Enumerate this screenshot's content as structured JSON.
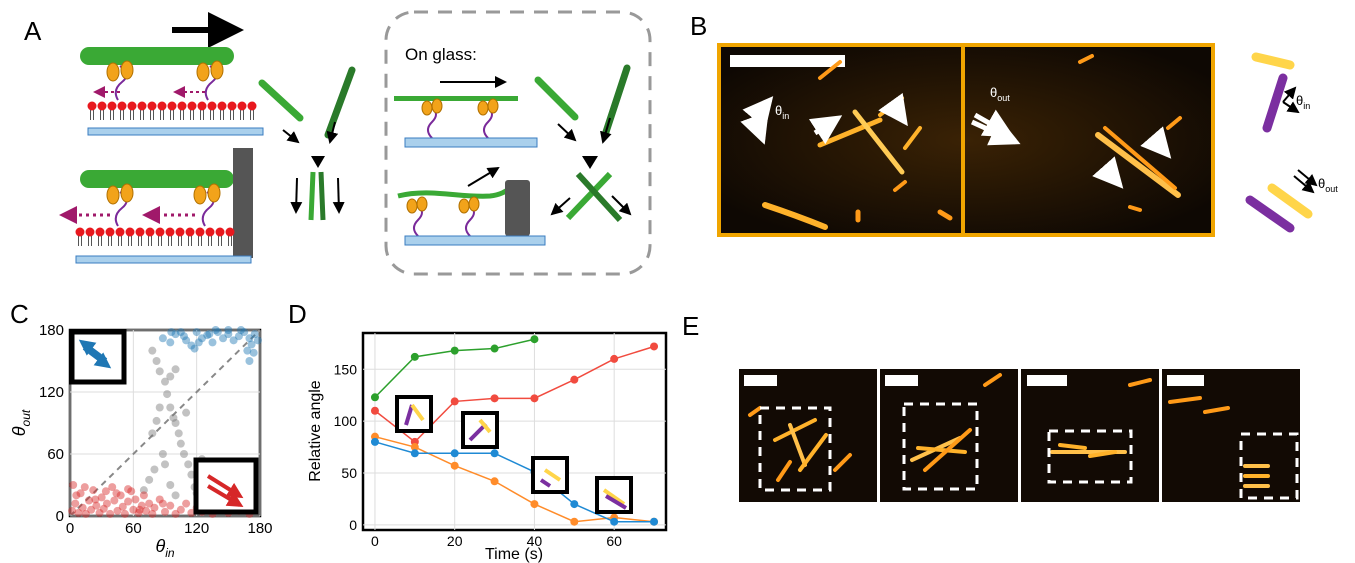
{
  "panels": {
    "a": "A",
    "b": "B",
    "c": "C",
    "d": "D",
    "e": "E"
  },
  "panel_a": {
    "inset_label": "On glass:"
  },
  "panel_b": {
    "theta_in": "θin",
    "theta_out": "θout",
    "sym": "θ",
    "sub_in": "in",
    "sub_out": "out"
  },
  "colors": {
    "actin": "#3aa935",
    "actin_dark": "#2a7a2a",
    "motor": "#7a2a9a",
    "head": "#f2a31a",
    "lipid": "#e8181e",
    "membrane": "#aad0ec",
    "myosin_arrow": "#a0196a",
    "yellow": "#ffd54a",
    "purple": "#7b2fa0",
    "blue": "#1f77b4",
    "red": "#d62728",
    "green": "#2ca02c",
    "orange": "#ff7f0e",
    "frame": "#f0a500"
  },
  "chart_data": [
    {
      "type": "scatter",
      "panel": "C",
      "xlabel_sym": "θ",
      "xlabel_sub": "in",
      "ylabel_sym": "θ",
      "ylabel_sub": "out",
      "xlim": [
        0,
        180
      ],
      "ylim": [
        0,
        180
      ],
      "xticks": [
        "0",
        "60",
        "120",
        "180"
      ],
      "yticks": [
        "0",
        "60",
        "120",
        "180"
      ],
      "grid": true,
      "series": [
        {
          "color": "#1f77b4",
          "points": [
            [
              88,
              172
            ],
            [
              95,
              168
            ],
            [
              100,
              176
            ],
            [
              105,
              178
            ],
            [
              110,
              170
            ],
            [
              115,
              165
            ],
            [
              120,
              178
            ],
            [
              125,
              172
            ],
            [
              130,
              175
            ],
            [
              135,
              168
            ],
            [
              140,
              178
            ],
            [
              145,
              172
            ],
            [
              150,
              176
            ],
            [
              155,
              170
            ],
            [
              160,
              174
            ],
            [
              165,
              178
            ],
            [
              170,
              172
            ],
            [
              172,
              166
            ],
            [
              175,
              176
            ],
            [
              178,
              170
            ],
            [
              138,
              180
            ],
            [
              150,
              180
            ],
            [
              162,
              180
            ],
            [
              122,
              168
            ],
            [
              108,
              174
            ],
            [
              96,
              178
            ],
            [
              132,
              176
            ],
            [
              118,
              162
            ],
            [
              168,
              160
            ],
            [
              174,
              158
            ],
            [
              170,
              150
            ]
          ]
        },
        {
          "color": "#777777",
          "points": [
            [
              78,
              160
            ],
            [
              82,
              150
            ],
            [
              85,
              140
            ],
            [
              90,
              130
            ],
            [
              92,
              118
            ],
            [
              95,
              105
            ],
            [
              98,
              95
            ],
            [
              100,
              90
            ],
            [
              103,
              80
            ],
            [
              105,
              70
            ],
            [
              108,
              60
            ],
            [
              112,
              50
            ],
            [
              115,
              40
            ],
            [
              118,
              28
            ],
            [
              120,
              22
            ],
            [
              85,
              105
            ],
            [
              88,
              60
            ],
            [
              80,
              45
            ],
            [
              75,
              35
            ],
            [
              70,
              25
            ],
            [
              95,
              135
            ],
            [
              100,
              142
            ],
            [
              110,
              100
            ],
            [
              125,
              55
            ],
            [
              90,
              50
            ],
            [
              82,
              92
            ],
            [
              78,
              80
            ],
            [
              95,
              30
            ],
            [
              100,
              20
            ]
          ]
        },
        {
          "color": "#d62728",
          "points": [
            [
              2,
              5
            ],
            [
              5,
              12
            ],
            [
              8,
              3
            ],
            [
              10,
              22
            ],
            [
              12,
              8
            ],
            [
              15,
              2
            ],
            [
              18,
              15
            ],
            [
              20,
              6
            ],
            [
              22,
              25
            ],
            [
              25,
              10
            ],
            [
              28,
              3
            ],
            [
              30,
              18
            ],
            [
              32,
              7
            ],
            [
              35,
              12
            ],
            [
              38,
              2
            ],
            [
              40,
              28
            ],
            [
              42,
              15
            ],
            [
              45,
              5
            ],
            [
              48,
              20
            ],
            [
              50,
              9
            ],
            [
              52,
              2
            ],
            [
              55,
              14
            ],
            [
              58,
              24
            ],
            [
              60,
              6
            ],
            [
              62,
              16
            ],
            [
              65,
              3
            ],
            [
              68,
              10
            ],
            [
              70,
              20
            ],
            [
              72,
              5
            ],
            [
              75,
              12
            ],
            [
              78,
              2
            ],
            [
              80,
              8
            ],
            [
              85,
              16
            ],
            [
              90,
              4
            ],
            [
              95,
              10
            ],
            [
              100,
              2
            ],
            [
              105,
              6
            ],
            [
              110,
              12
            ],
            [
              115,
              3
            ],
            [
              120,
              8
            ],
            [
              125,
              4
            ],
            [
              130,
              14
            ],
            [
              135,
              2
            ],
            [
              140,
              6
            ],
            [
              150,
              3
            ],
            [
              160,
              5
            ],
            [
              170,
              2
            ],
            [
              3,
              30
            ],
            [
              6,
              20
            ],
            [
              14,
              28
            ],
            [
              24,
              16
            ],
            [
              34,
              24
            ],
            [
              44,
              22
            ],
            [
              55,
              26
            ],
            [
              66,
              6
            ],
            [
              88,
              12
            ]
          ]
        }
      ]
    },
    {
      "type": "line",
      "panel": "D",
      "xlabel": "Time (s)",
      "ylabel": "Relative angle",
      "xlim": [
        -3,
        73
      ],
      "ylim": [
        -5,
        185
      ],
      "xticks": [
        "0",
        "20",
        "40",
        "60"
      ],
      "yticks": [
        "0",
        "50",
        "100",
        "150"
      ],
      "grid": true,
      "series": [
        {
          "color": "#2ca02c",
          "x": [
            0,
            10,
            20,
            30,
            40
          ],
          "y": [
            123,
            162,
            168,
            170,
            179
          ]
        },
        {
          "color": "#f14b3f",
          "x": [
            0,
            10,
            20,
            30,
            40,
            50,
            60,
            70
          ],
          "y": [
            110,
            80,
            119,
            122,
            122,
            140,
            160,
            172
          ]
        },
        {
          "color": "#ff8c2a",
          "x": [
            0,
            10,
            20,
            30,
            40,
            50,
            60,
            70
          ],
          "y": [
            85,
            75,
            57,
            42,
            20,
            3,
            7,
            3
          ]
        },
        {
          "color": "#1f8ad4",
          "x": [
            0,
            10,
            20,
            30,
            40,
            50,
            60,
            70
          ],
          "y": [
            80,
            69,
            69,
            69,
            51,
            20,
            3,
            3
          ]
        }
      ]
    }
  ]
}
